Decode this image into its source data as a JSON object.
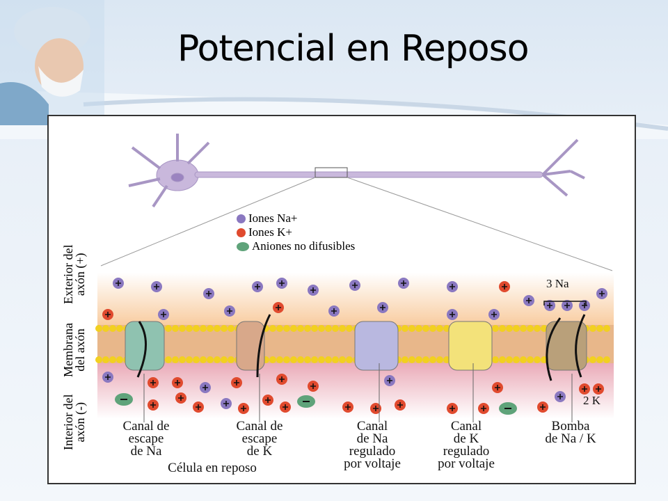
{
  "slide": {
    "title": "Potencial en Reposo"
  },
  "legend": [
    {
      "label": "Iones Na+",
      "color": "#8a78c0"
    },
    {
      "label": "Iones K+",
      "color": "#e04a2e"
    },
    {
      "label": "Aniones no difusibles",
      "color": "#5fa37a"
    }
  ],
  "side_labels": {
    "exterior": [
      "Exterior del",
      "axón (+)"
    ],
    "membrana": [
      "Membrana",
      "del axón"
    ],
    "interior": [
      "Interior del",
      "axón (-)"
    ]
  },
  "channels": [
    {
      "label": [
        "Canal de",
        "escape",
        "de Na"
      ]
    },
    {
      "label": [
        "Canal de",
        "escape",
        "de K"
      ]
    },
    {
      "label": [
        "Canal",
        "de Na",
        "regulado",
        "por voltaje"
      ]
    },
    {
      "label": [
        "Canal",
        "de K",
        "regulado",
        "por voltaje"
      ]
    },
    {
      "label": [
        "Bomba",
        "de Na / K"
      ]
    }
  ],
  "pump": {
    "na_label": "3 Na",
    "k_label": "2 K"
  },
  "caption": "Célula en reposo",
  "colors": {
    "na": "#8a78c0",
    "k": "#e04a2e",
    "anion": "#5fa37a",
    "membrane": "#f2d020"
  }
}
